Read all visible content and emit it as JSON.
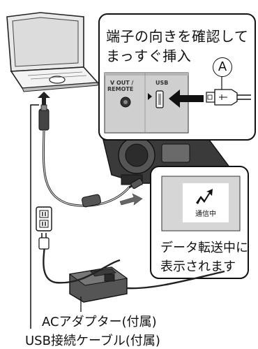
{
  "callout": {
    "title_line1": "端子の向きを確認して",
    "title_line2": "まっすぐ挿入",
    "marker": "A"
  },
  "camera_ports": {
    "video_out_line1": "V OUT /",
    "video_out_line2": "REMOTE",
    "usb": "USB"
  },
  "screen_panel": {
    "status_icon": "transfer-arrow-icon",
    "status_text": "通信中",
    "note_line1": "データ転送中に",
    "note_line2": "表示されます"
  },
  "labels": {
    "ac_adapter": "ACアダプター(付属)",
    "usb_cable": "USB接続ケーブル(付属)"
  }
}
